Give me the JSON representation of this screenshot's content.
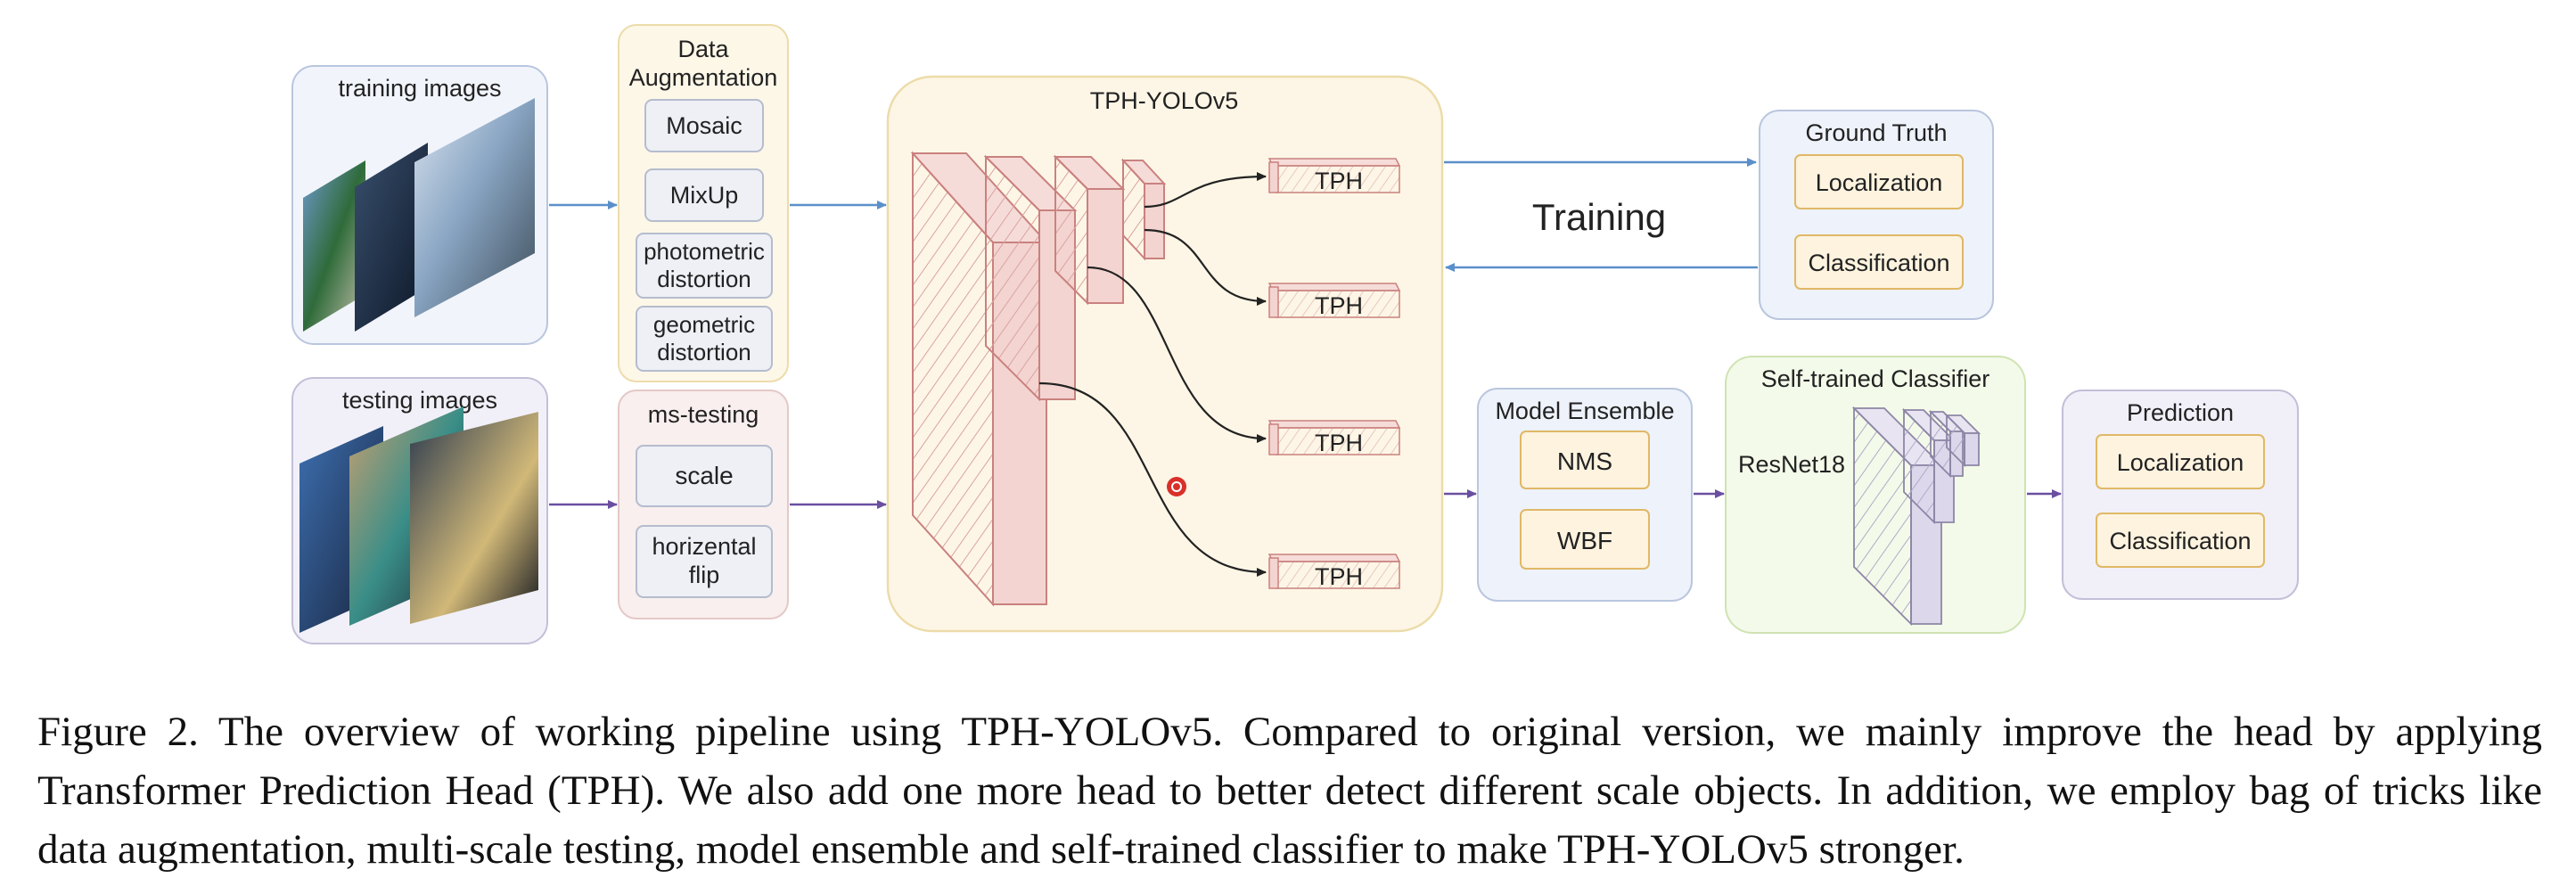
{
  "training_images": {
    "label": "training images"
  },
  "testing_images": {
    "label": "testing images"
  },
  "data_augmentation": {
    "title_line1": "Data",
    "title_line2": "Augmentation",
    "items": [
      {
        "line1": "Mosaic",
        "line2": ""
      },
      {
        "line1": "MixUp",
        "line2": ""
      },
      {
        "line1": "photometric",
        "line2": "distortion"
      },
      {
        "line1": "geometric",
        "line2": "distortion"
      }
    ]
  },
  "ms_testing": {
    "title": "ms-testing",
    "items": [
      {
        "line1": "scale",
        "line2": ""
      },
      {
        "line1": "horizental",
        "line2": "flip"
      }
    ]
  },
  "tph_yolov5": {
    "title": "TPH-YOLOv5",
    "heads": [
      "TPH",
      "TPH",
      "TPH",
      "TPH"
    ]
  },
  "ground_truth": {
    "title": "Ground Truth",
    "items": [
      "Localization",
      "Classification"
    ]
  },
  "training_label": "Training",
  "model_ensemble": {
    "title": "Model Ensemble",
    "items": [
      "NMS",
      "WBF"
    ]
  },
  "self_trained_classifier": {
    "title": "Self-trained Classifier",
    "backbone": "ResNet18"
  },
  "prediction": {
    "title": "Prediction",
    "items": [
      "Localization",
      "Classification"
    ]
  },
  "colors": {
    "blue_arrow": "#5b8fc9",
    "purple_arrow": "#6a4fa0",
    "yolo_fill": "#fdf6e6",
    "yolo_border": "#ecdcaa",
    "aug_fill": "#fdf7e8",
    "ms_fill": "#f8efee",
    "classifier_fill": "#f3fae9",
    "panel_fill": "#eef2fa",
    "item_border": "#e0b866",
    "layer_stroke": "#c9817f"
  },
  "caption": "Figure 2. The overview of working pipeline using TPH-YOLOv5. Compared to original version, we mainly improve the head by applying Transformer Prediction Head (TPH). We also add one more head to better detect different scale objects. In addition, we employ bag of tricks like data augmentation, multi-scale testing, model ensemble and self-trained classifier to make TPH-YOLOv5 stronger."
}
